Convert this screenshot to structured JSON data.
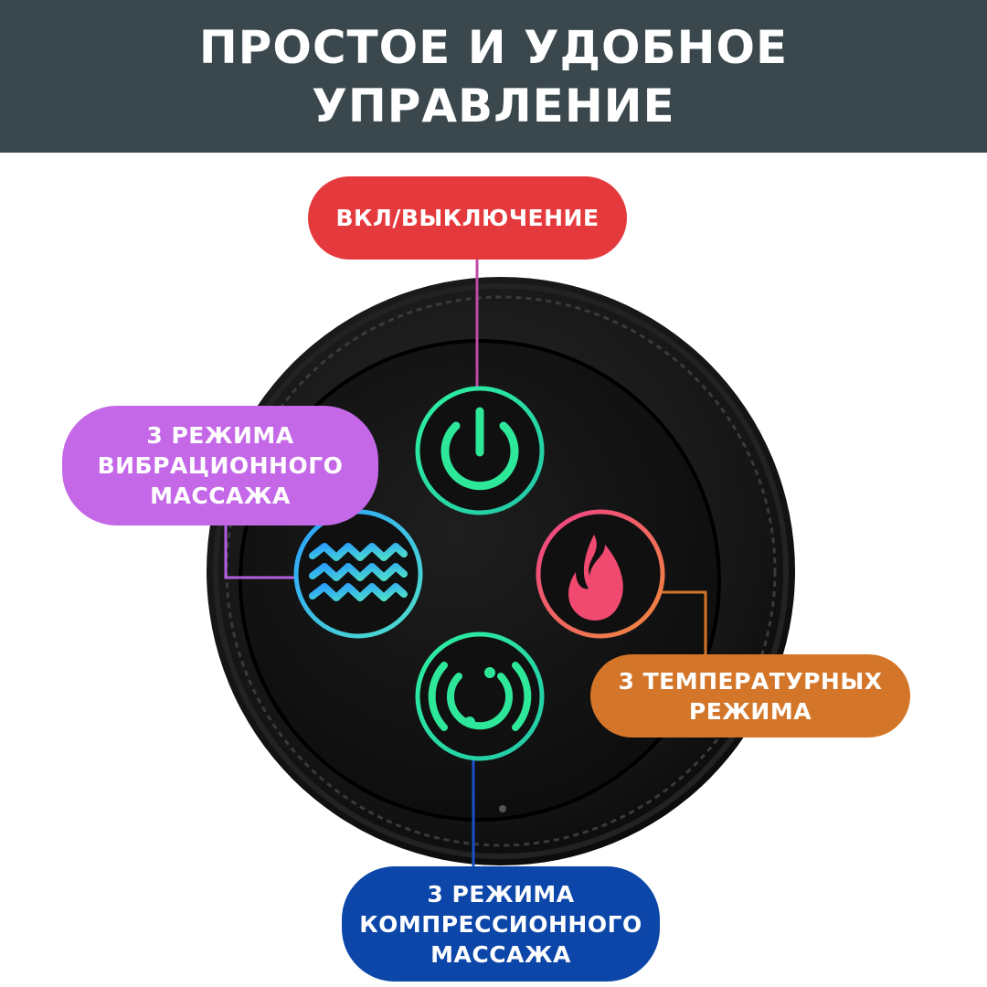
{
  "header": {
    "title": "ПРОСТОЕ И УДОБНОЕ\nУПРАВЛЕНИЕ"
  },
  "callouts": {
    "power": "ВКЛ/ВЫКЛЮЧЕНИЕ",
    "vibration": "3 РЕЖИМА\nВИБРАЦИОННОГО\nМАССАЖА",
    "temperature": "3 ТЕМПЕРАТУРНЫХ\nРЕЖИМА",
    "compression": "3 РЕЖИМА\nКОМПРЕССИОННОГО\nМАССАЖА"
  },
  "buttons": {
    "power": {
      "icon": "power-icon",
      "color": "#2fe08a"
    },
    "vibration": {
      "icon": "waves-icon",
      "color": "#46b8f0"
    },
    "heat": {
      "icon": "flame-icon",
      "color": "#f2506e"
    },
    "compression": {
      "icon": "pulse-icon",
      "color": "#2fd98c"
    }
  },
  "colors": {
    "header_bg": "#3a484e",
    "power_callout": "#e53a3d",
    "vibration_callout": "#c468e8",
    "temperature_callout": "#d4762a",
    "compression_callout": "#0b46a8"
  }
}
